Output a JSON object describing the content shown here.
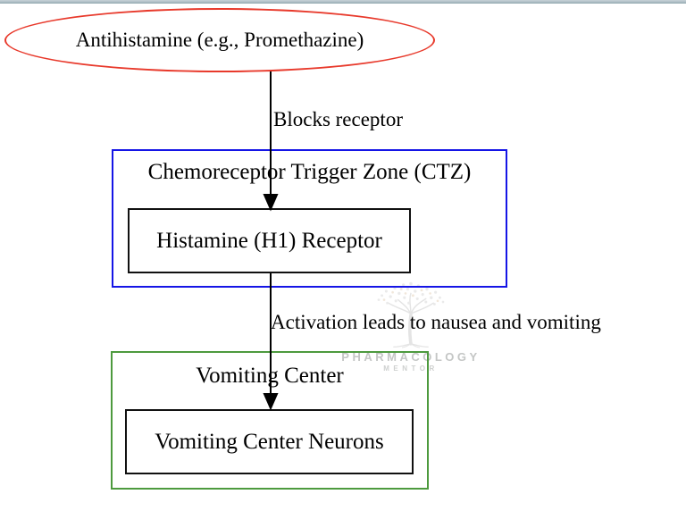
{
  "diagram": {
    "title": "Antihistamine antiemetic mechanism flowchart",
    "nodes": {
      "antihistamine": "Antihistamine (e.g., Promethazine)",
      "h1_receptor": "Histamine (H1) Receptor",
      "vomiting_neurons": "Vomiting Center Neurons"
    },
    "clusters": {
      "ctz": "Chemoreceptor Trigger Zone (CTZ)",
      "vomiting_center": "Vomiting Center"
    },
    "edges": [
      {
        "from": "antihistamine",
        "to": "h1_receptor",
        "label": "Blocks receptor"
      },
      {
        "from": "h1_receptor",
        "to": "vomiting_neurons",
        "label": "Activation leads to nausea and vomiting"
      }
    ],
    "colors": {
      "ellipse_border": "#e8392b",
      "ctz_border": "#1515e6",
      "vomiting_center_border": "#4d9a3e",
      "node_border": "#111111",
      "edge": "#000000",
      "top_bar": "#a6b8bf"
    }
  },
  "watermark": {
    "icon": "tree-logo",
    "line1": "PHARMACOLOGY",
    "line2": "MENTOR"
  }
}
